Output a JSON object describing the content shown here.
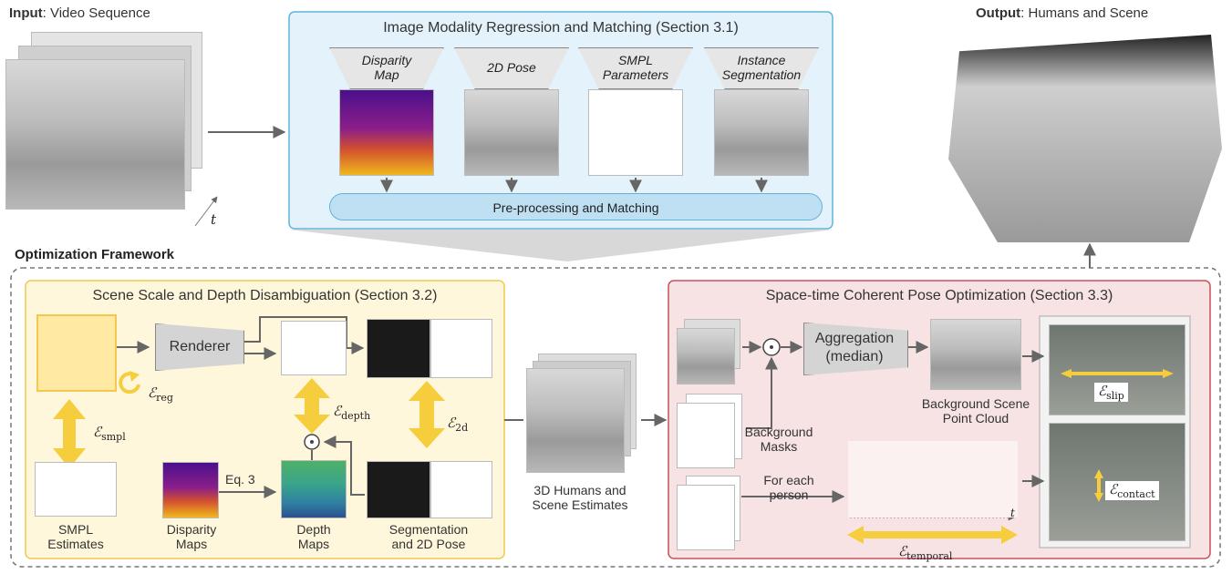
{
  "input_label_bold": "Input",
  "input_label_rest": ": Video Sequence",
  "output_label_bold": "Output",
  "output_label_rest": ": Humans and Scene",
  "time_symbol": "t",
  "top_panel": {
    "title": "Image Modality Regression and Matching (Section 3.1)",
    "modules": [
      "Disparity Map",
      "2D Pose",
      "SMPL Parameters",
      "Instance Segmentation"
    ],
    "matching_bar": "Pre-processing and Matching"
  },
  "opt_framework_label": "Optimization Framework",
  "left_panel": {
    "title": "Scene Scale and Depth Disambiguation (Section 3.2)",
    "renderer": "Renderer",
    "eq_label": "Eq. 3",
    "captions": {
      "smpl": [
        "SMPL",
        "Estimates"
      ],
      "disparity": [
        "Disparity",
        "Maps"
      ],
      "depth": [
        "Depth",
        "Maps"
      ],
      "seg": [
        "Segmentation",
        "and 2D Pose"
      ]
    },
    "energies": {
      "reg": "reg",
      "smpl": "smpl",
      "depth": "depth",
      "twod": "2d"
    }
  },
  "middle_caption": [
    "3D Humans and",
    "Scene Estimates"
  ],
  "right_panel": {
    "title": "Space-time Coherent Pose Optimization (Section 3.3)",
    "aggregation": [
      "Aggregation",
      "(median)"
    ],
    "bg_scene_caption": [
      "Background Scene",
      "Point Cloud"
    ],
    "bg_masks_caption": [
      "Background",
      "Masks"
    ],
    "for_each_person": [
      "For each",
      "person"
    ],
    "energies": {
      "slip": "slip",
      "contact": "contact",
      "temporal": "temporal"
    }
  },
  "colors": {
    "blue_panel": "#e3f2fb",
    "blue_border": "#63b3d9",
    "yellow_panel": "#fff7dc",
    "yellow_border": "#f2c94c",
    "red_panel": "#f7e3e3",
    "red_border": "#c9505a",
    "energy_arrow": "#f5cd3d",
    "gray_box": "#d4d4d4"
  }
}
